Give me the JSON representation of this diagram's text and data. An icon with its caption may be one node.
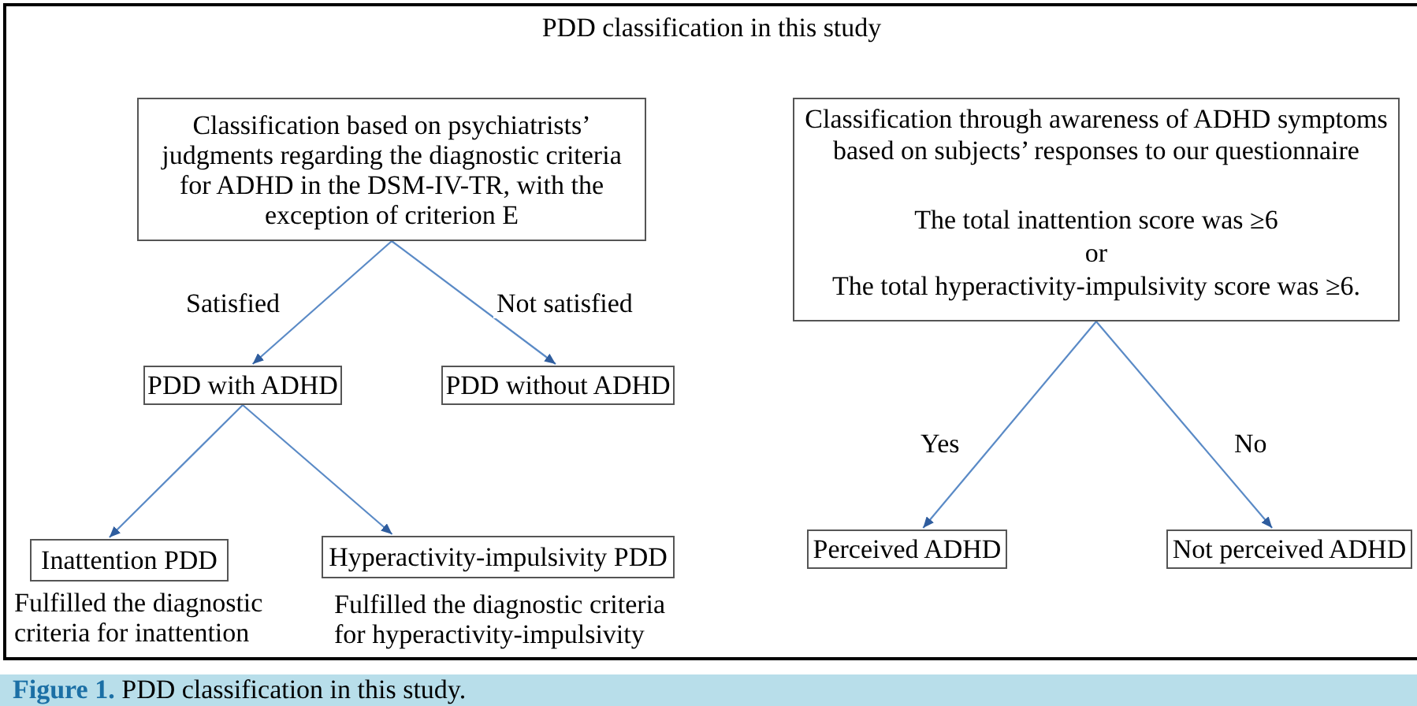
{
  "diagram": {
    "caption": "**Figure 1.** PDD classification in this study.",
    "nodes": [
      {
        "text": [
          "PDD classification in this study"
        ]
      },
      {
        "text": [
          "Classification based on psychiatrists’ judgments regarding the diagnostic criteria for ADHD in the DSM-IV-TR, with the exception of criterion E"
        ],
        "in": 0
      },
      {
        "text": [
          "Classification through awareness of ADHD symptoms based on subjects’ responses to our questionnaire",
          "The total inattention score was ≥6",
          "or",
          "The total hyperactivity-impulsivity score was ≥6."
        ],
        "in": 0
      },
      {
        "text": [
          "PDD with ADHD"
        ],
        "in": 0
      },
      {
        "text": [
          "PDD without ADHD"
        ],
        "in": 0
      },
      {
        "text": [
          "Inattention PDD"
        ],
        "in": 0,
        "beside": [
          "Fulfilled the diagnostic criteria for inattention"
        ]
      },
      {
        "text": [
          "Hyperactivity-impulsivity PDD"
        ],
        "in": 0,
        "beside": [
          "Fulfilled the diagnostic criteria for hyperactivity-impulsivity"
        ]
      },
      {
        "text": [
          "Perceived ADHD"
        ],
        "in": 0
      },
      {
        "text": [
          "Not perceived ADHD"
        ],
        "in": 0
      }
    ],
    "edges": [
      {
        "from": 1,
        "to": 3,
        "arrow": "to",
        "label": "Satisfied"
      },
      {
        "from": 1,
        "to": 4,
        "arrow": "to",
        "label": "Not satisfied"
      },
      {
        "from": 3,
        "to": 5,
        "arrow": "to"
      },
      {
        "from": 3,
        "to": 6,
        "arrow": "to"
      },
      {
        "from": 2,
        "to": 7,
        "arrow": "to",
        "label": "Yes"
      },
      {
        "from": 2,
        "to": 8,
        "arrow": "to",
        "label": "No"
      }
    ]
  }
}
